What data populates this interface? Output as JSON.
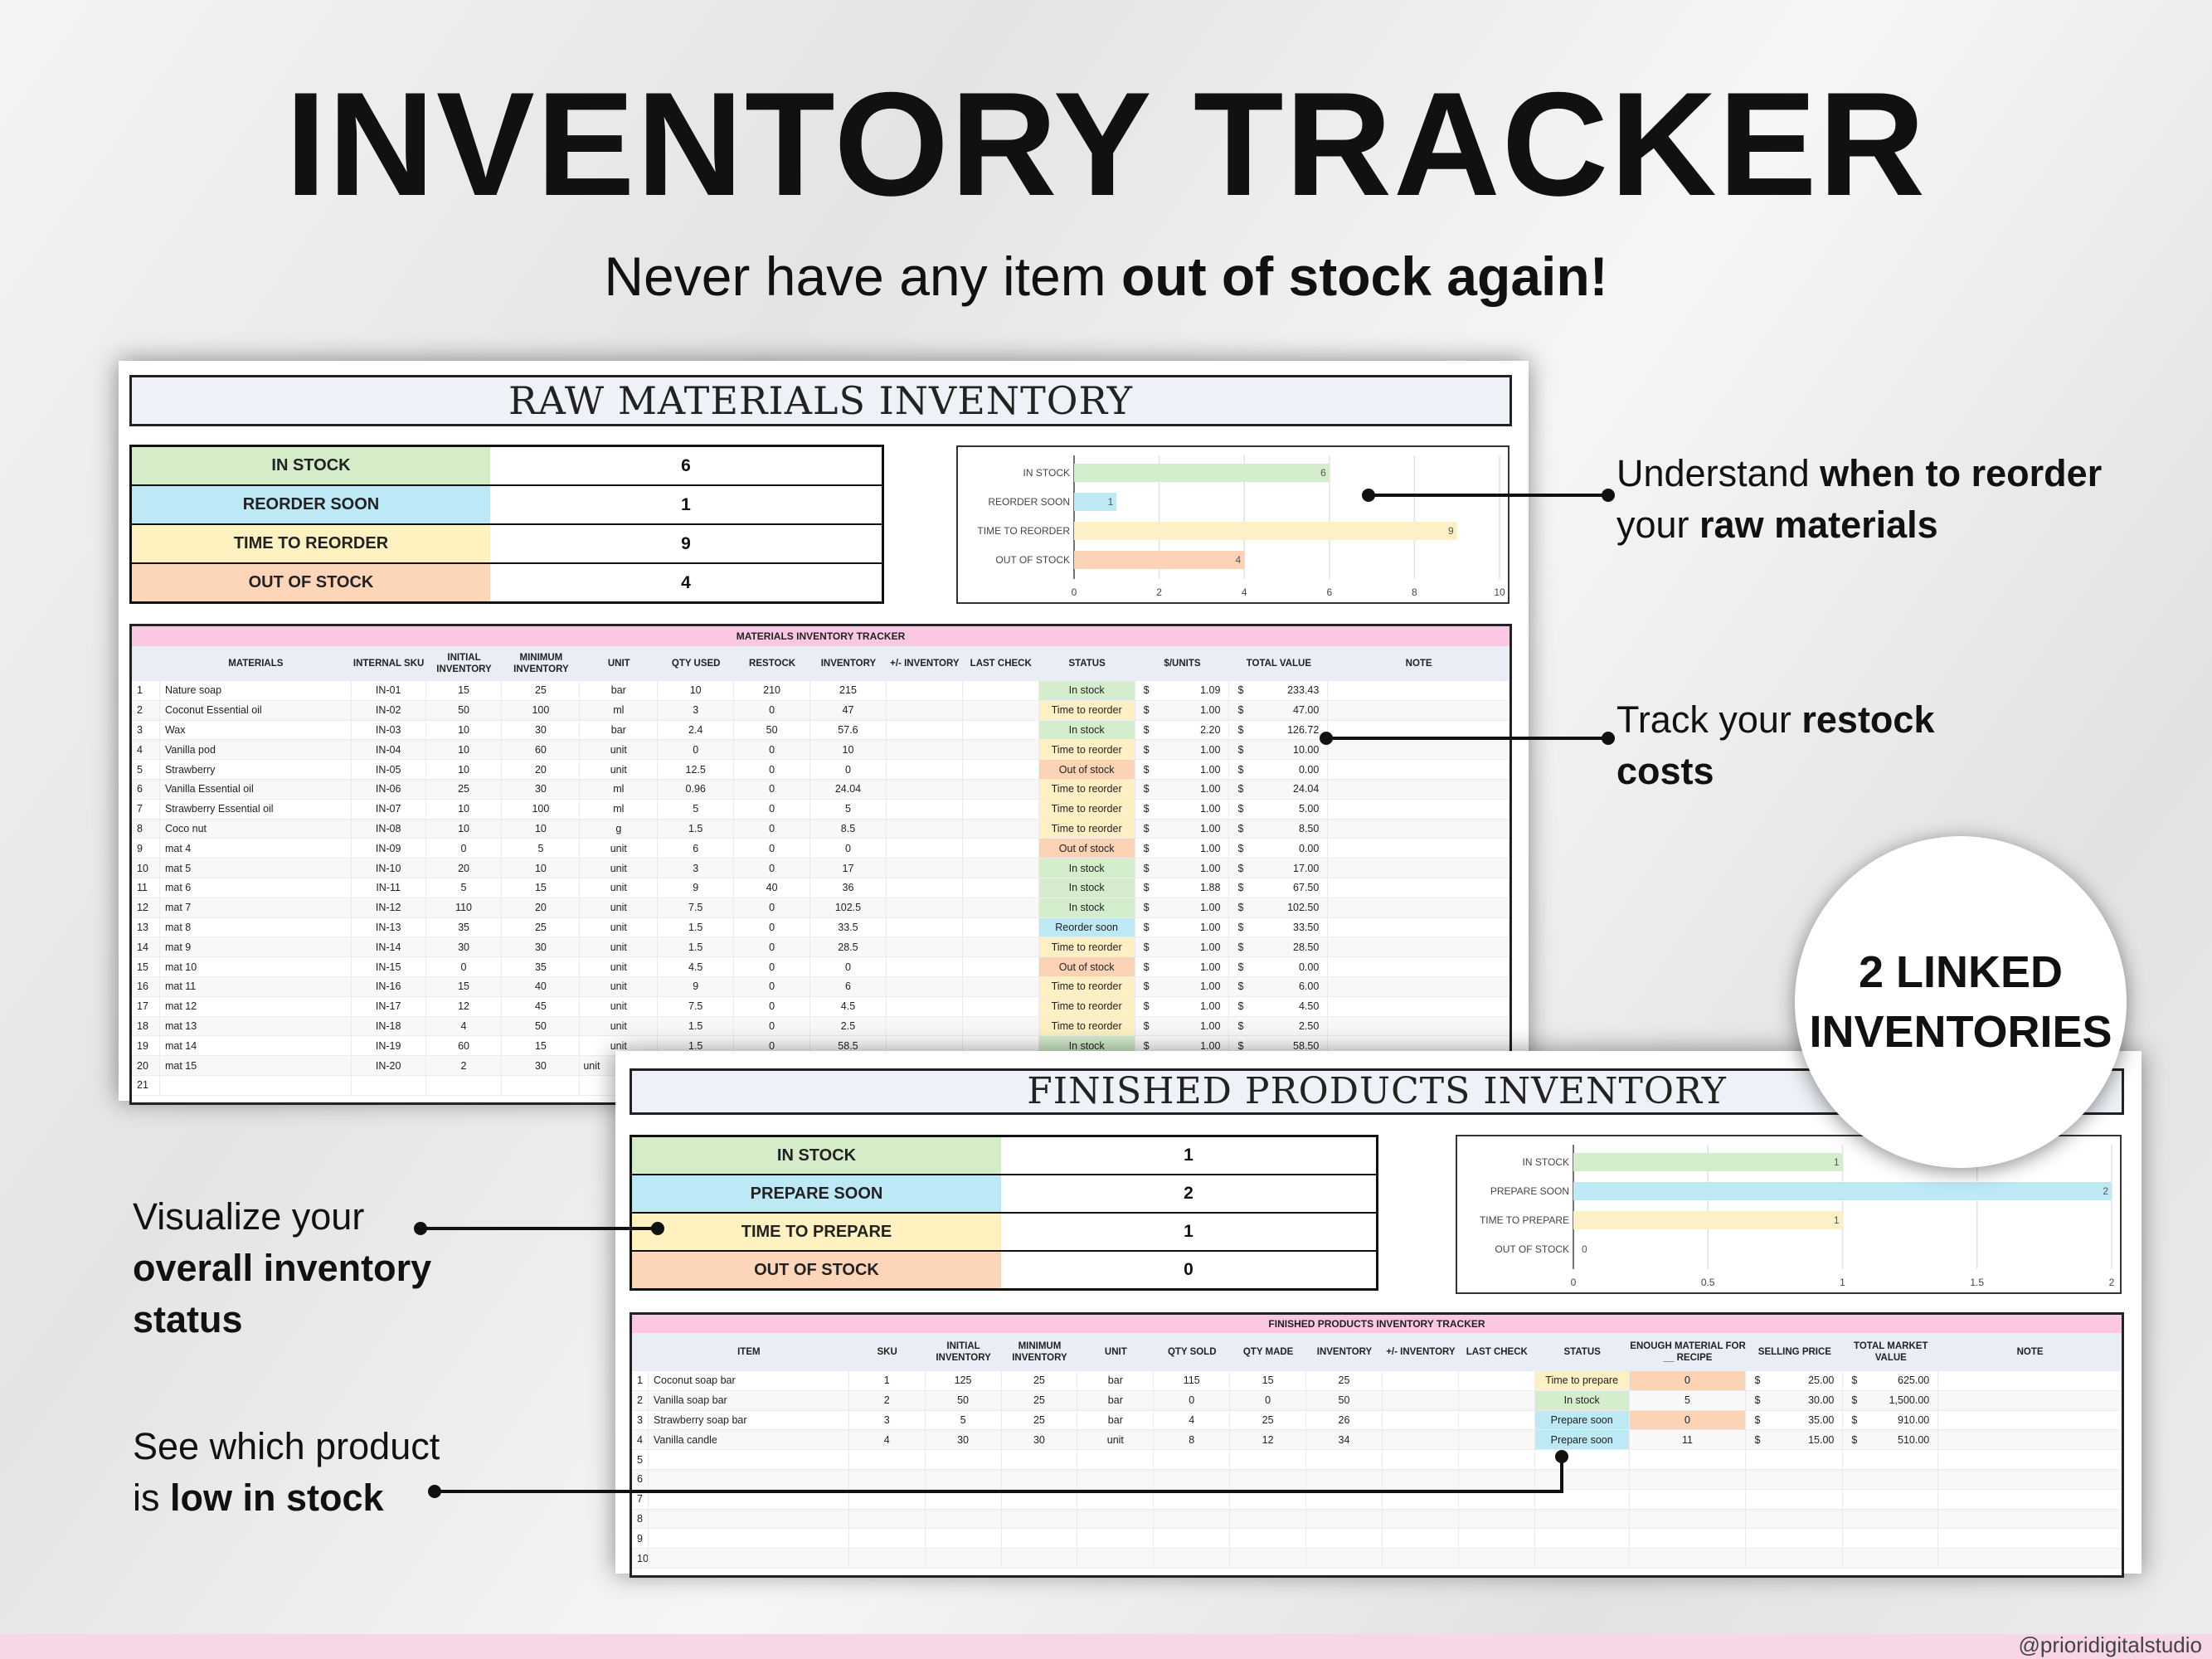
{
  "header": {
    "title": "INVENTORY TRACKER",
    "subtitle_pre": "Never have any item ",
    "subtitle_bold": "out of stock again!"
  },
  "colors": {
    "in_stock": "#d4edcc",
    "reorder_soon": "#bde9f4",
    "time_to": "#fdf0c4",
    "out_of_stock": "#fdd3b5",
    "pink": "#fcc7e2"
  },
  "raw": {
    "title": "RAW MATERIALS INVENTORY",
    "summary": [
      {
        "label": "IN STOCK",
        "value": "6",
        "color": "#d5ecc9"
      },
      {
        "label": "REORDER SOON",
        "value": "1",
        "color": "#bde8f5"
      },
      {
        "label": "TIME TO REORDER",
        "value": "9",
        "color": "#fff1c0"
      },
      {
        "label": "OUT OF STOCK",
        "value": "4",
        "color": "#fdd5b8"
      }
    ],
    "table_title": "MATERIALS INVENTORY TRACKER",
    "columns": [
      "",
      "MATERIALS",
      "INTERNAL SKU",
      "INITIAL INVENTORY",
      "MINIMUM INVENTORY",
      "UNIT",
      "QTY USED",
      "RESTOCK",
      "INVENTORY",
      "+/- INVENTORY",
      "LAST CHECK",
      "STATUS",
      "$/UNITS",
      "TOTAL VALUE",
      "NOTE"
    ],
    "currency": "$",
    "rows": [
      [
        "1",
        "Nature soap",
        "IN-01",
        "15",
        "25",
        "bar",
        "10",
        "210",
        "215",
        "",
        "",
        "In stock",
        "1.09",
        "233.43",
        ""
      ],
      [
        "2",
        "Coconut Essential oil",
        "IN-02",
        "50",
        "100",
        "ml",
        "3",
        "0",
        "47",
        "",
        "",
        "Time to reorder",
        "1.00",
        "47.00",
        ""
      ],
      [
        "3",
        "Wax",
        "IN-03",
        "10",
        "30",
        "bar",
        "2.4",
        "50",
        "57.6",
        "",
        "",
        "In stock",
        "2.20",
        "126.72",
        ""
      ],
      [
        "4",
        "Vanilla pod",
        "IN-04",
        "10",
        "60",
        "unit",
        "0",
        "0",
        "10",
        "",
        "",
        "Time to reorder",
        "1.00",
        "10.00",
        ""
      ],
      [
        "5",
        "Strawberry",
        "IN-05",
        "10",
        "20",
        "unit",
        "12.5",
        "0",
        "0",
        "",
        "",
        "Out of stock",
        "1.00",
        "0.00",
        ""
      ],
      [
        "6",
        "Vanilla Essential oil",
        "IN-06",
        "25",
        "30",
        "ml",
        "0.96",
        "0",
        "24.04",
        "",
        "",
        "Time to reorder",
        "1.00",
        "24.04",
        ""
      ],
      [
        "7",
        "Strawberry Essential oil",
        "IN-07",
        "10",
        "100",
        "ml",
        "5",
        "0",
        "5",
        "",
        "",
        "Time to reorder",
        "1.00",
        "5.00",
        ""
      ],
      [
        "8",
        "Coco nut",
        "IN-08",
        "10",
        "10",
        "g",
        "1.5",
        "0",
        "8.5",
        "",
        "",
        "Time to reorder",
        "1.00",
        "8.50",
        ""
      ],
      [
        "9",
        "mat 4",
        "IN-09",
        "0",
        "5",
        "unit",
        "6",
        "0",
        "0",
        "",
        "",
        "Out of stock",
        "1.00",
        "0.00",
        ""
      ],
      [
        "10",
        "mat 5",
        "IN-10",
        "20",
        "10",
        "unit",
        "3",
        "0",
        "17",
        "",
        "",
        "In stock",
        "1.00",
        "17.00",
        ""
      ],
      [
        "11",
        "mat 6",
        "IN-11",
        "5",
        "15",
        "unit",
        "9",
        "40",
        "36",
        "",
        "",
        "In stock",
        "1.88",
        "67.50",
        ""
      ],
      [
        "12",
        "mat 7",
        "IN-12",
        "110",
        "20",
        "unit",
        "7.5",
        "0",
        "102.5",
        "",
        "",
        "In stock",
        "1.00",
        "102.50",
        ""
      ],
      [
        "13",
        "mat 8",
        "IN-13",
        "35",
        "25",
        "unit",
        "1.5",
        "0",
        "33.5",
        "",
        "",
        "Reorder soon",
        "1.00",
        "33.50",
        ""
      ],
      [
        "14",
        "mat 9",
        "IN-14",
        "30",
        "30",
        "unit",
        "1.5",
        "0",
        "28.5",
        "",
        "",
        "Time to reorder",
        "1.00",
        "28.50",
        ""
      ],
      [
        "15",
        "mat 10",
        "IN-15",
        "0",
        "35",
        "unit",
        "4.5",
        "0",
        "0",
        "",
        "",
        "Out of stock",
        "1.00",
        "0.00",
        ""
      ],
      [
        "16",
        "mat 11",
        "IN-16",
        "15",
        "40",
        "unit",
        "9",
        "0",
        "6",
        "",
        "",
        "Time to reorder",
        "1.00",
        "6.00",
        ""
      ],
      [
        "17",
        "mat 12",
        "IN-17",
        "12",
        "45",
        "unit",
        "7.5",
        "0",
        "4.5",
        "",
        "",
        "Time to reorder",
        "1.00",
        "4.50",
        ""
      ],
      [
        "18",
        "mat 13",
        "IN-18",
        "4",
        "50",
        "unit",
        "1.5",
        "0",
        "2.5",
        "",
        "",
        "Time to reorder",
        "1.00",
        "2.50",
        ""
      ],
      [
        "19",
        "mat 14",
        "IN-19",
        "60",
        "15",
        "unit",
        "1.5",
        "0",
        "58.5",
        "",
        "",
        "In stock",
        "1.00",
        "58.50",
        ""
      ],
      [
        "20",
        "mat 15",
        "IN-20",
        "2",
        "30",
        "unit",
        "",
        "",
        "",
        "",
        "",
        "",
        "",
        "",
        ""
      ],
      [
        "21",
        "",
        "",
        "",
        "",
        "",
        "",
        "",
        "",
        "",
        "",
        "",
        "",
        "",
        ""
      ]
    ]
  },
  "finished": {
    "title": "FINISHED PRODUCTS INVENTORY",
    "summary": [
      {
        "label": "IN STOCK",
        "value": "1",
        "color": "#d5ecc9"
      },
      {
        "label": "PREPARE SOON",
        "value": "2",
        "color": "#bde8f5"
      },
      {
        "label": "TIME TO PREPARE",
        "value": "1",
        "color": "#fff1c0"
      },
      {
        "label": "OUT OF STOCK",
        "value": "0",
        "color": "#fdd5b8"
      }
    ],
    "table_title": "FINISHED PRODUCTS INVENTORY TRACKER",
    "columns": [
      "",
      "ITEM",
      "SKU",
      "INITIAL INVENTORY",
      "MINIMUM INVENTORY",
      "UNIT",
      "QTY SOLD",
      "QTY MADE",
      "INVENTORY",
      "+/- INVENTORY",
      "LAST CHECK",
      "STATUS",
      "ENOUGH MATERIAL FOR __ RECIPE",
      "SELLING PRICE",
      "TOTAL MARKET VALUE",
      "NOTE"
    ],
    "rows": [
      [
        "1",
        "Coconut soap bar",
        "1",
        "125",
        "25",
        "bar",
        "115",
        "15",
        "25",
        "",
        "",
        "Time to prepare",
        "0",
        "25.00",
        "625.00",
        ""
      ],
      [
        "2",
        "Vanilla soap bar",
        "2",
        "50",
        "25",
        "bar",
        "0",
        "0",
        "50",
        "",
        "",
        "In stock",
        "5",
        "30.00",
        "1,500.00",
        ""
      ],
      [
        "3",
        "Strawberry soap bar",
        "3",
        "5",
        "25",
        "bar",
        "4",
        "25",
        "26",
        "",
        "",
        "Prepare soon",
        "0",
        "35.00",
        "910.00",
        ""
      ],
      [
        "4",
        "Vanilla candle",
        "4",
        "30",
        "30",
        "unit",
        "8",
        "12",
        "34",
        "",
        "",
        "Prepare soon",
        "11",
        "15.00",
        "510.00",
        ""
      ],
      [
        "5",
        "",
        "",
        "",
        "",
        "",
        "",
        "",
        "",
        "",
        "",
        "",
        "",
        "",
        "",
        ""
      ],
      [
        "6",
        "",
        "",
        "",
        "",
        "",
        "",
        "",
        "",
        "",
        "",
        "",
        "",
        "",
        "",
        ""
      ],
      [
        "7",
        "",
        "",
        "",
        "",
        "",
        "",
        "",
        "",
        "",
        "",
        "",
        "",
        "",
        "",
        ""
      ],
      [
        "8",
        "",
        "",
        "",
        "",
        "",
        "",
        "",
        "",
        "",
        "",
        "",
        "",
        "",
        "",
        ""
      ],
      [
        "9",
        "",
        "",
        "",
        "",
        "",
        "",
        "",
        "",
        "",
        "",
        "",
        "",
        "",
        "",
        ""
      ],
      [
        "10",
        "",
        "",
        "",
        "",
        "",
        "",
        "",
        "",
        "",
        "",
        "",
        "",
        "",
        "",
        ""
      ]
    ]
  },
  "chart_data": [
    {
      "type": "bar",
      "orientation": "horizontal",
      "categories": [
        "IN STOCK",
        "REORDER SOON",
        "TIME TO REORDER",
        "OUT OF STOCK"
      ],
      "values": [
        6,
        1,
        9,
        4
      ],
      "colors": [
        "#d4edcc",
        "#bde9f4",
        "#fdf0c4",
        "#fdd3b5"
      ],
      "xlim": [
        0,
        10
      ],
      "ticks": [
        "0",
        "2",
        "4",
        "6",
        "8",
        "10"
      ],
      "grid": true,
      "legend": "none"
    },
    {
      "type": "bar",
      "orientation": "horizontal",
      "categories": [
        "IN STOCK",
        "PREPARE SOON",
        "TIME TO PREPARE",
        "OUT OF STOCK"
      ],
      "values": [
        1,
        2,
        1,
        0
      ],
      "colors": [
        "#d4edcc",
        "#bde9f4",
        "#fdf0c4",
        "#fdd3b5"
      ],
      "xlim": [
        0,
        2
      ],
      "ticks": [
        "0",
        "0.5",
        "1",
        "1.5",
        "2"
      ],
      "grid": true,
      "legend": "none"
    }
  ],
  "annotations": {
    "reorder": {
      "pre": "Understand ",
      "bold1": "when to reorder",
      "mid": "your ",
      "bold2": "raw materials"
    },
    "restock": {
      "pre": "Track your ",
      "bold1": "restock",
      "bold2": "costs"
    },
    "visualize": {
      "pre": "Visualize your",
      "bold1": "overall inventory",
      "bold2": "status"
    },
    "low": {
      "pre": "See which product",
      "mid": "is ",
      "bold1": "low in stock"
    }
  },
  "badge": {
    "line1": "2 LINKED",
    "line2": "INVENTORIES"
  },
  "credit": "@prioridigitalstudio"
}
